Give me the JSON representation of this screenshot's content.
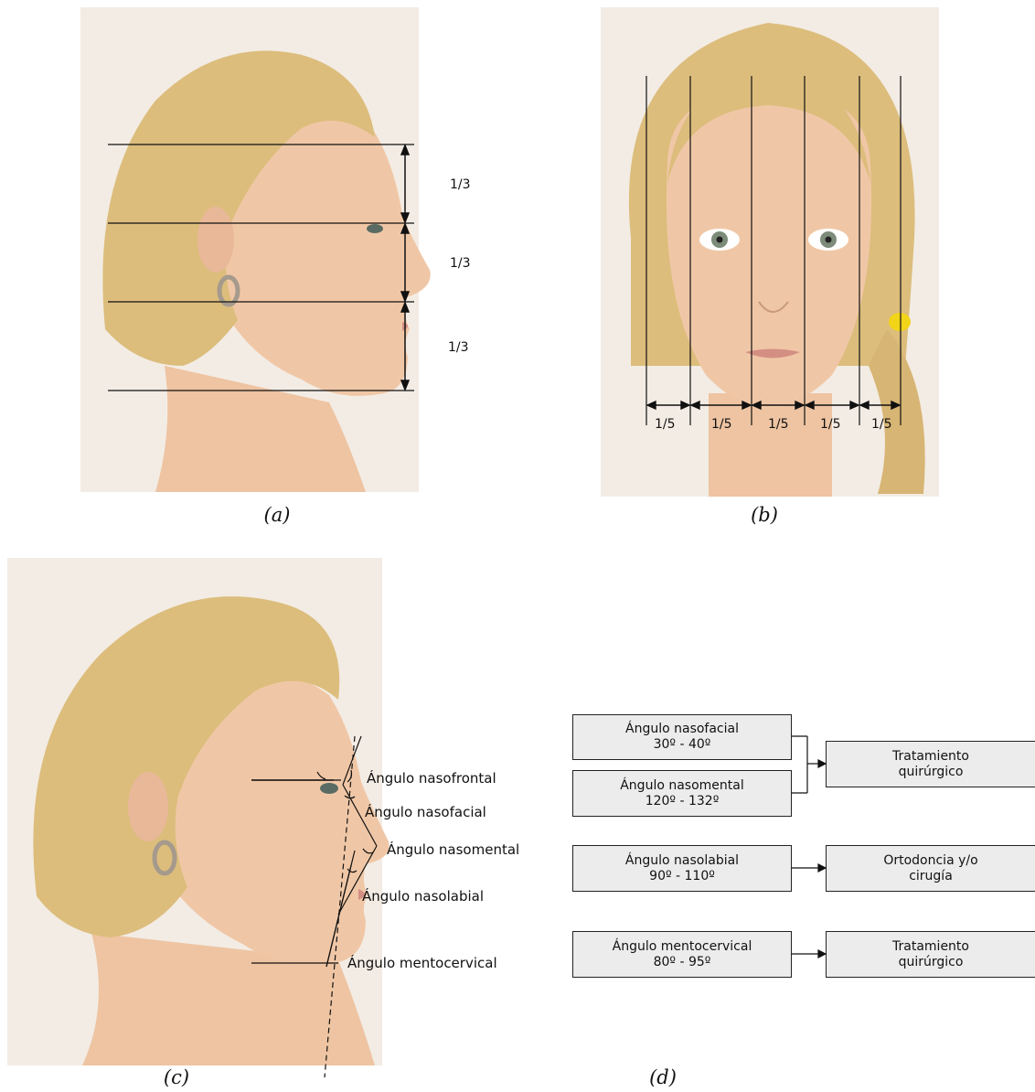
{
  "panels": {
    "a": {
      "caption": "(a)",
      "fraction_labels": [
        "1/3",
        "1/3",
        "1/3"
      ]
    },
    "b": {
      "caption": "(b)",
      "fraction_labels": [
        "1/5",
        "1/5",
        "1/5",
        "1/5",
        "1/5"
      ]
    },
    "c": {
      "caption": "(c)",
      "angle_labels": {
        "nasofrontal": "Ángulo nasofrontal",
        "nasofacial": "Ángulo nasofacial",
        "nasomental": "Ángulo nasomental",
        "nasolabial": "Ángulo nasolabial",
        "mentocervical": "Ángulo mentocervical"
      }
    },
    "d": {
      "caption": "(d)",
      "left_boxes": [
        {
          "title": "Ángulo nasofacial",
          "range": "30º - 40º"
        },
        {
          "title": "Ángulo nasomental",
          "range": "120º - 132º"
        },
        {
          "title": "Ángulo nasolabial",
          "range": "90º - 110º"
        },
        {
          "title": "Ángulo mentocervical",
          "range": "80º - 95º"
        }
      ],
      "right_boxes": [
        {
          "line1": "Tratamiento",
          "line2": "quirúrgico"
        },
        {
          "line1": "Ortodoncia y/o",
          "line2": "cirugía"
        },
        {
          "line1": "Tratamiento",
          "line2": "quirúrgico"
        }
      ]
    }
  },
  "colors": {
    "photo_background": "#f3ece4",
    "hair": "#dcbd7c",
    "skin": "#f0c7a6",
    "box_fill": "#ececec"
  }
}
